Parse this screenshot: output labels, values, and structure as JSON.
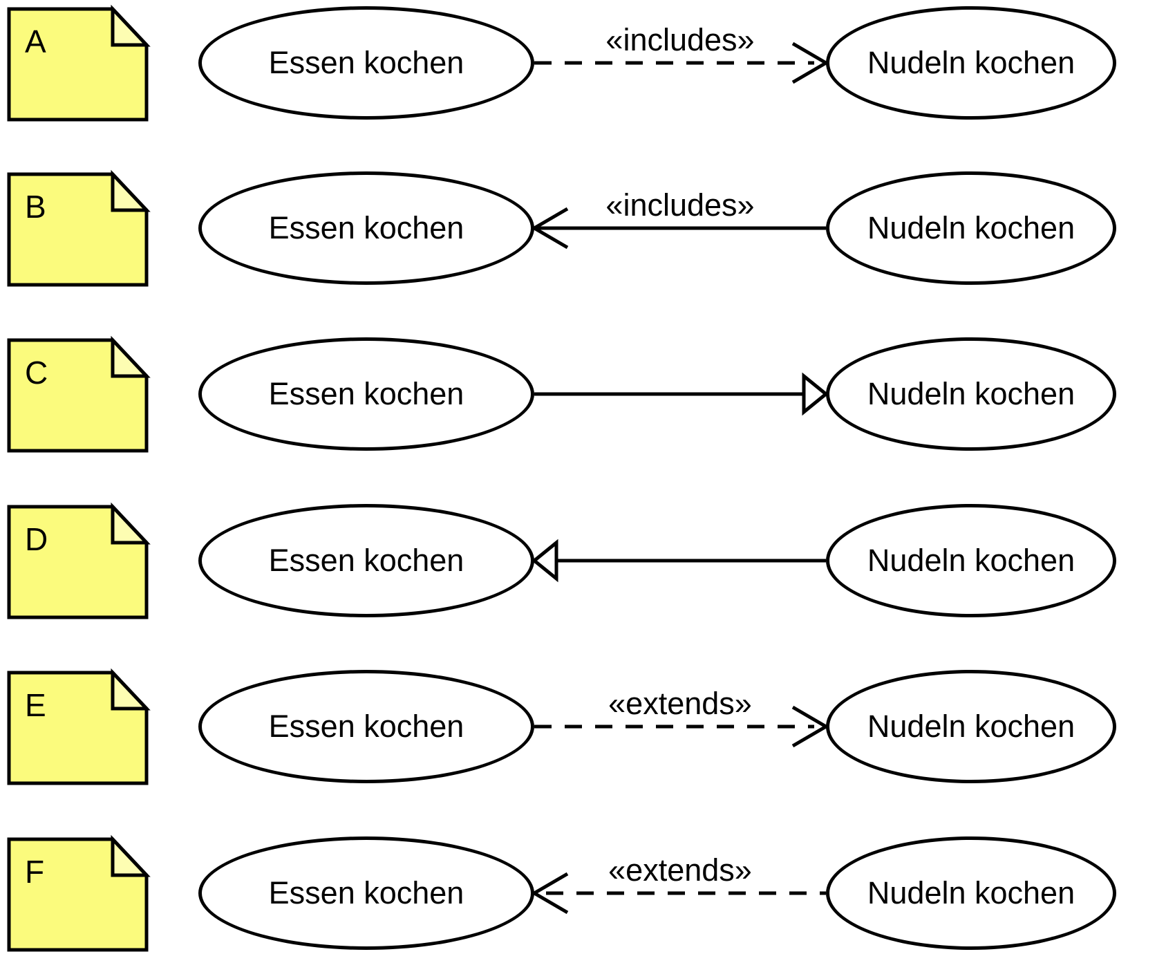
{
  "diagram": {
    "type": "uml-use-case-relationship-options",
    "colors": {
      "note_fill": "#FBFB7D",
      "note_fold_fill": "#FDFDB2",
      "stroke": "#000000",
      "background": "#FFFFFF"
    },
    "rows": [
      {
        "note_label": "A",
        "left_usecase": "Essen kochen",
        "right_usecase": "Nudeln kochen",
        "stereotype": "«includes»",
        "line_style": "dashed",
        "arrow_direction": "right",
        "arrow_head": "open"
      },
      {
        "note_label": "B",
        "left_usecase": "Essen kochen",
        "right_usecase": "Nudeln kochen",
        "stereotype": "«includes»",
        "line_style": "solid",
        "arrow_direction": "left",
        "arrow_head": "open"
      },
      {
        "note_label": "C",
        "left_usecase": "Essen kochen",
        "right_usecase": "Nudeln kochen",
        "stereotype": "",
        "line_style": "solid",
        "arrow_direction": "right",
        "arrow_head": "triangle"
      },
      {
        "note_label": "D",
        "left_usecase": "Essen kochen",
        "right_usecase": "Nudeln kochen",
        "stereotype": "",
        "line_style": "solid",
        "arrow_direction": "left",
        "arrow_head": "triangle"
      },
      {
        "note_label": "E",
        "left_usecase": "Essen kochen",
        "right_usecase": "Nudeln kochen",
        "stereotype": "«extends»",
        "line_style": "dashed",
        "arrow_direction": "right",
        "arrow_head": "open"
      },
      {
        "note_label": "F",
        "left_usecase": "Essen kochen",
        "right_usecase": "Nudeln kochen",
        "stereotype": "«extends»",
        "line_style": "dashed",
        "arrow_direction": "left",
        "arrow_head": "open"
      }
    ]
  }
}
